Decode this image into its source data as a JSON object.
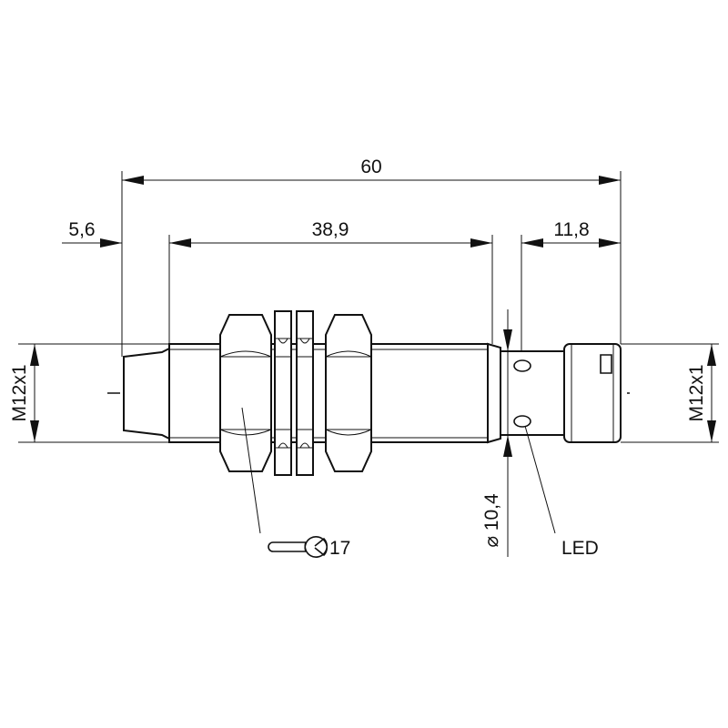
{
  "dimensions": {
    "overall_length": "60",
    "tip_length": "5,6",
    "thread_length": "38,9",
    "connector_length": "11,8",
    "thread_left": "M12x1",
    "thread_right": "M12x1",
    "body_diameter": "⌀ 10,4"
  },
  "callouts": {
    "wrench_size": "17",
    "led": "LED"
  }
}
